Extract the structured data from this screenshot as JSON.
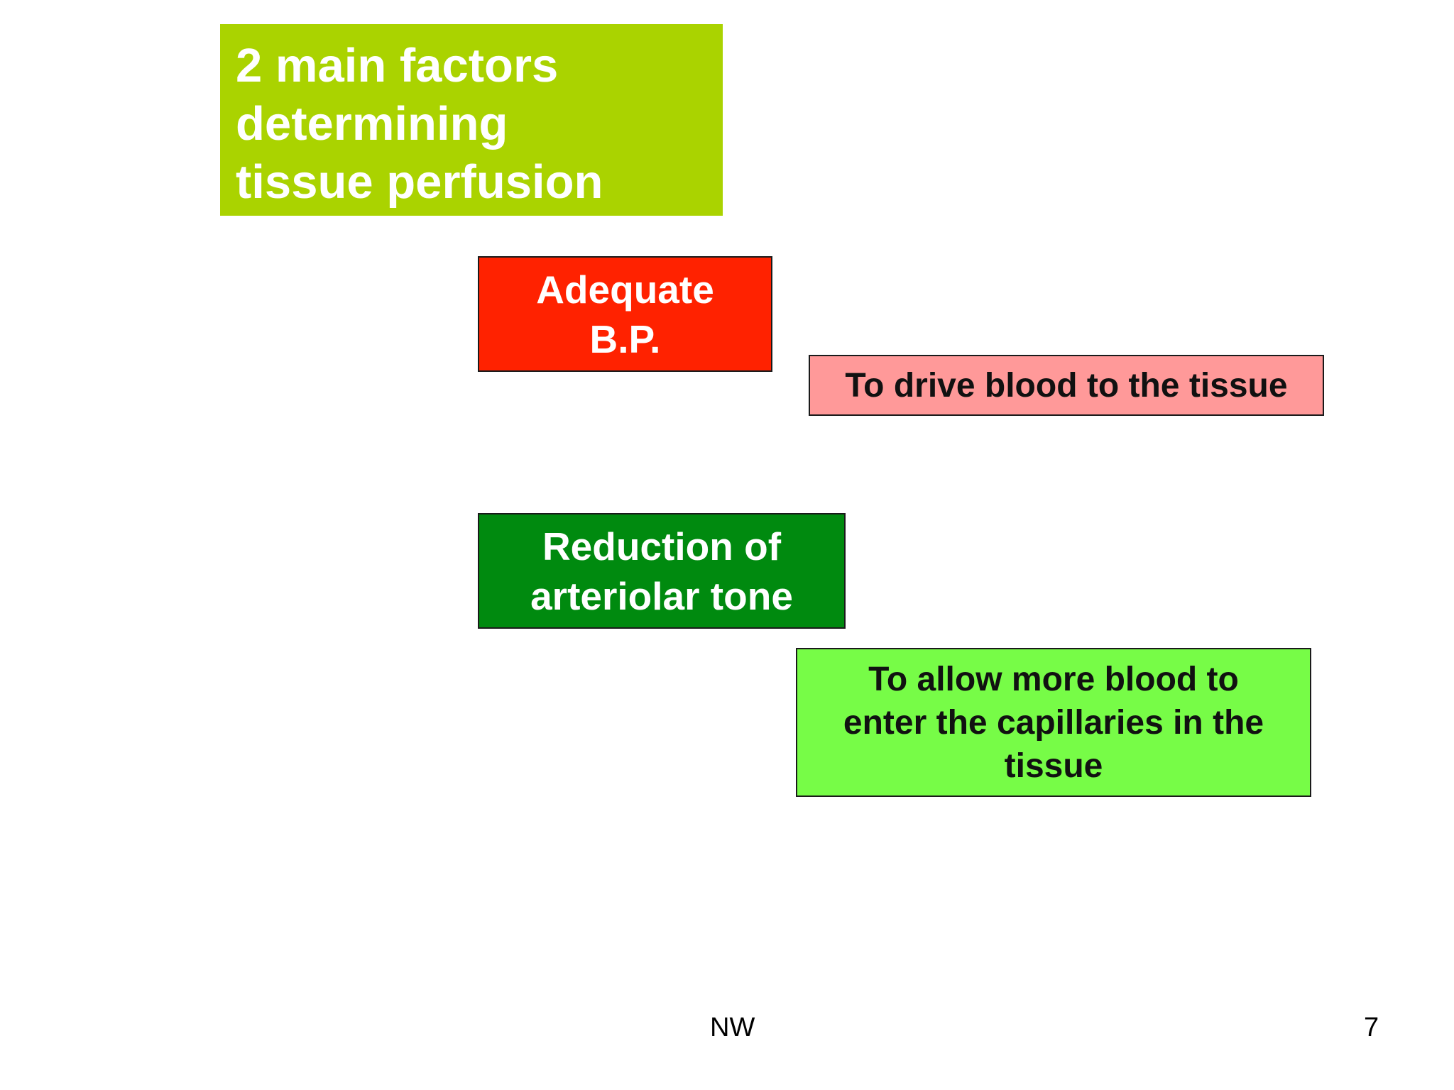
{
  "colors": {
    "title_bg": "#aad300",
    "factor1_bg": "#ff2200",
    "purpose1_bg": "#ff9999",
    "factor2_bg": "#008a0f",
    "purpose2_bg": "#77fc47"
  },
  "title": {
    "line1": " 2 main factors",
    "line2": "determining",
    "line3": "tissue perfusion"
  },
  "factor1": {
    "line1": "Adequate",
    "line2": "B.P."
  },
  "purpose1": {
    "text": "To drive blood to the tissue"
  },
  "factor2": {
    "line1": "Reduction of",
    "line2": "arteriolar tone"
  },
  "purpose2": {
    "line1": "To allow more blood to",
    "line2": "enter the capillaries in the",
    "line3": "tissue"
  },
  "footer": {
    "author": "NW",
    "page_number": "7"
  }
}
